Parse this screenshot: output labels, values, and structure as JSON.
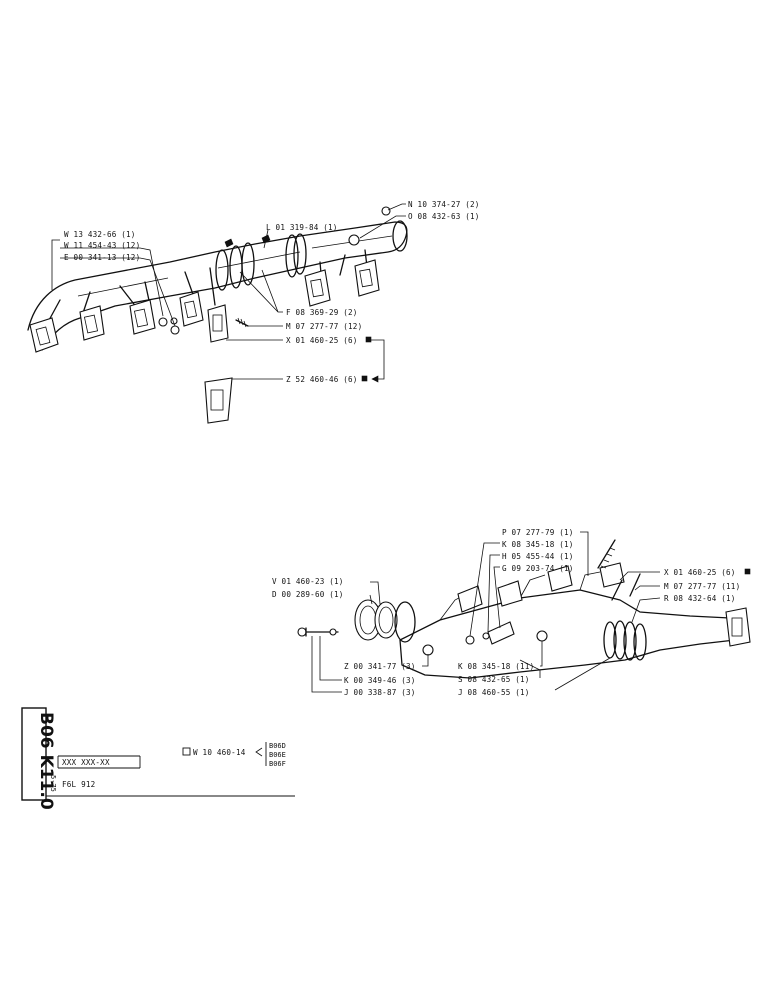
{
  "top_assembly": {
    "labels": [
      {
        "id": "n",
        "text": "N 10 374-27 (2)"
      },
      {
        "id": "o",
        "text": "O 08 432-63 (1)"
      },
      {
        "id": "l",
        "text": "L 01 319-84 (1)"
      },
      {
        "id": "w1",
        "text": "W 13 432-66 (1)"
      },
      {
        "id": "w2",
        "text": "W 11 454-43 (12)"
      },
      {
        "id": "e",
        "text": "E 00 341-13 (12)"
      },
      {
        "id": "f",
        "text": "F 08 369-29 (2)"
      },
      {
        "id": "m",
        "text": "M 07 277-77 (12)"
      },
      {
        "id": "x",
        "text": "X 01 460-25 (6)"
      },
      {
        "id": "z",
        "text": "Z 52 460-46 (6)"
      }
    ]
  },
  "bottom_assembly": {
    "labels": [
      {
        "id": "p",
        "text": "P 07 277-79 (1)"
      },
      {
        "id": "k1",
        "text": "K 08 345-18 (1)"
      },
      {
        "id": "h",
        "text": "H 05 455-44 (1)"
      },
      {
        "id": "g",
        "text": "G 09 203-74 (1)"
      },
      {
        "id": "v",
        "text": "V 01 460-23 (1)"
      },
      {
        "id": "d",
        "text": "D 00 289-60 (1)"
      },
      {
        "id": "x2",
        "text": "X 01 460-25 (6)"
      },
      {
        "id": "m2",
        "text": "M 07 277-77 (11)"
      },
      {
        "id": "r",
        "text": "R 08 432-64 (1)"
      },
      {
        "id": "z2",
        "text": "Z 00 341-77 (3)"
      },
      {
        "id": "k2",
        "text": "K 00 349-46 (3)"
      },
      {
        "id": "j1",
        "text": "J 00 338-87 (3)"
      },
      {
        "id": "k3",
        "text": "K 08 345-18 (11)"
      },
      {
        "id": "s",
        "text": "S 08 432-65 (1)"
      },
      {
        "id": "j2",
        "text": "J 08 460-55 (1)"
      }
    ]
  },
  "title_block": {
    "code": "B06 K11.0",
    "date": "5-75",
    "part_number": "XXX XXX-XX",
    "ref_part": "W 10 460-14",
    "variants": [
      "B06D",
      "B06E",
      "B06F"
    ],
    "model": "F6L 912"
  }
}
